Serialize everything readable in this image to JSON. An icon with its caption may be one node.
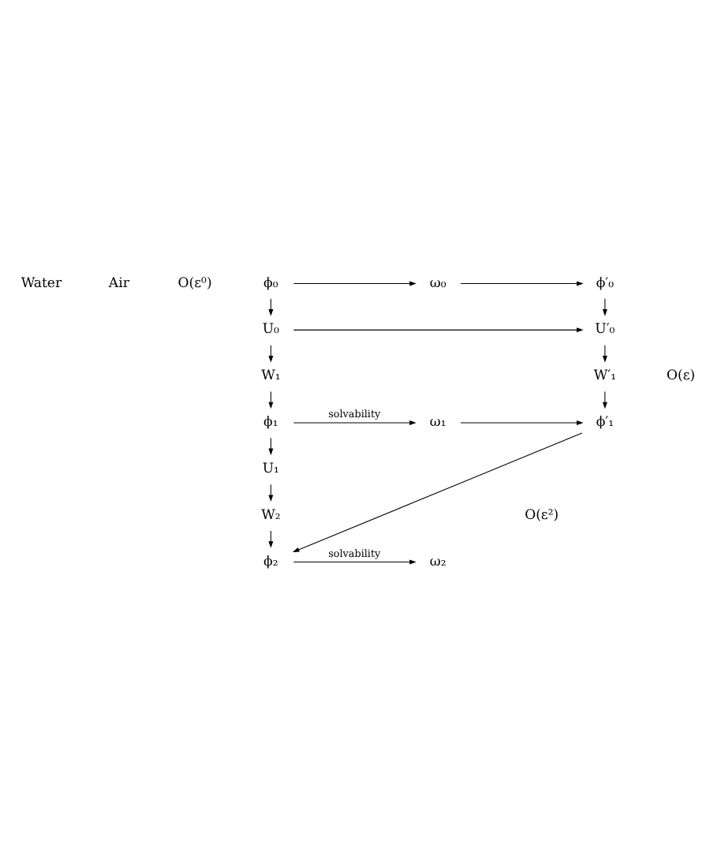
{
  "diagram": {
    "nodes": [
      {
        "text": [
          "ϕ₀"
        ]
      },
      {
        "text": [
          "ω₀"
        ]
      },
      {
        "text": [
          "ϕ′₀"
        ]
      },
      {
        "text": [
          "U₀"
        ]
      },
      {
        "text": [
          "U′₀"
        ]
      },
      {
        "text": [
          "W₁"
        ]
      },
      {
        "text": [
          "W′₁"
        ]
      },
      {
        "text": [
          "ϕ₁"
        ]
      },
      {
        "text": [
          "ω₁"
        ]
      },
      {
        "text": [
          "ϕ′₁"
        ]
      },
      {
        "text": [
          "U₁"
        ]
      },
      {
        "text": [
          "W₂"
        ]
      },
      {
        "text": [
          "ϕ₂"
        ]
      },
      {
        "text": [
          "ω₂"
        ]
      }
    ],
    "edges": [
      {
        "from": 0,
        "to": 1,
        "arrow": "to"
      },
      {
        "from": 1,
        "to": 2,
        "arrow": "to"
      },
      {
        "from": 0,
        "to": 3,
        "arrow": "to"
      },
      {
        "from": 2,
        "to": 4,
        "arrow": "to"
      },
      {
        "from": 3,
        "to": 4,
        "arrow": "to"
      },
      {
        "from": 3,
        "to": 5,
        "arrow": "to"
      },
      {
        "from": 4,
        "to": 6,
        "arrow": "to"
      },
      {
        "from": 5,
        "to": 7,
        "arrow": "to"
      },
      {
        "from": 6,
        "to": 9,
        "arrow": "to"
      },
      {
        "from": 7,
        "to": 8,
        "label": "solvability",
        "arrow": "to"
      },
      {
        "from": 8,
        "to": 9,
        "arrow": "to"
      },
      {
        "from": 7,
        "to": 10,
        "arrow": "to"
      },
      {
        "from": 10,
        "to": 11,
        "arrow": "to"
      },
      {
        "from": 11,
        "to": 12,
        "arrow": "to"
      },
      {
        "from": 9,
        "to": 12,
        "arrow": "to"
      },
      {
        "from": 12,
        "to": 13,
        "label": "solvability",
        "arrow": "to"
      }
    ],
    "labels": [
      "Water",
      "Air",
      "O(ε⁰)",
      "O(ε)",
      "O(ε²)"
    ]
  }
}
